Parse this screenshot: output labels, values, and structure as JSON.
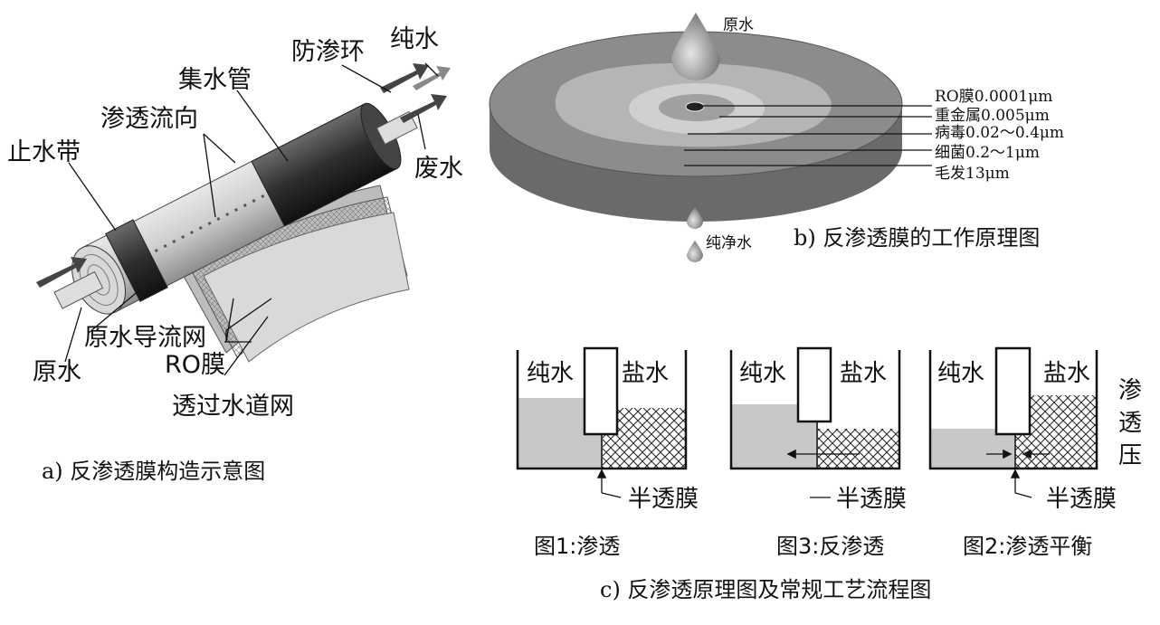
{
  "panel_a": {
    "labels": {
      "pure_water": "纯水",
      "anti_seep_ring": "防渗环",
      "collect_pipe": "集水管",
      "permeate_flow": "渗透流向",
      "waste_water": "废水",
      "water_stop_band": "止水带",
      "raw_water_guide_net": "原水导流网",
      "raw_water": "原水",
      "ro_membrane": "RO膜",
      "permeate_channel_net": "透过水道网"
    },
    "caption": "a) 反渗透膜构造示意图"
  },
  "panel_b": {
    "raw_water": "原水",
    "pure_water": "纯净水",
    "layers": [
      "RO膜0.0001μm",
      "重金属0.005μm",
      "病毒0.02～0.4μm",
      "细菌0.2～1μm",
      "毛发13μm"
    ],
    "caption": "b) 反渗透膜的工作原理图"
  },
  "panel_c": {
    "figures": [
      {
        "pure": "纯水",
        "salt": "盐水",
        "membrane": "半透膜",
        "caption": "图1:渗透"
      },
      {
        "pure": "纯水",
        "salt": "盐水",
        "membrane": "半透膜",
        "caption": "图3:反渗透"
      },
      {
        "pure": "纯水",
        "salt": "盐水",
        "membrane": "半透膜",
        "caption": "图2:渗透平衡"
      }
    ],
    "osmotic_pressure": [
      "渗",
      "透",
      "压"
    ],
    "caption": "c) 反渗透原理图及常规工艺流程图"
  },
  "colors": {
    "gray_fill": "#c8c8c8",
    "disk_top": "#8a8a8a",
    "disk_side": "#6a6a6a",
    "dark": "#3a3a3a"
  }
}
